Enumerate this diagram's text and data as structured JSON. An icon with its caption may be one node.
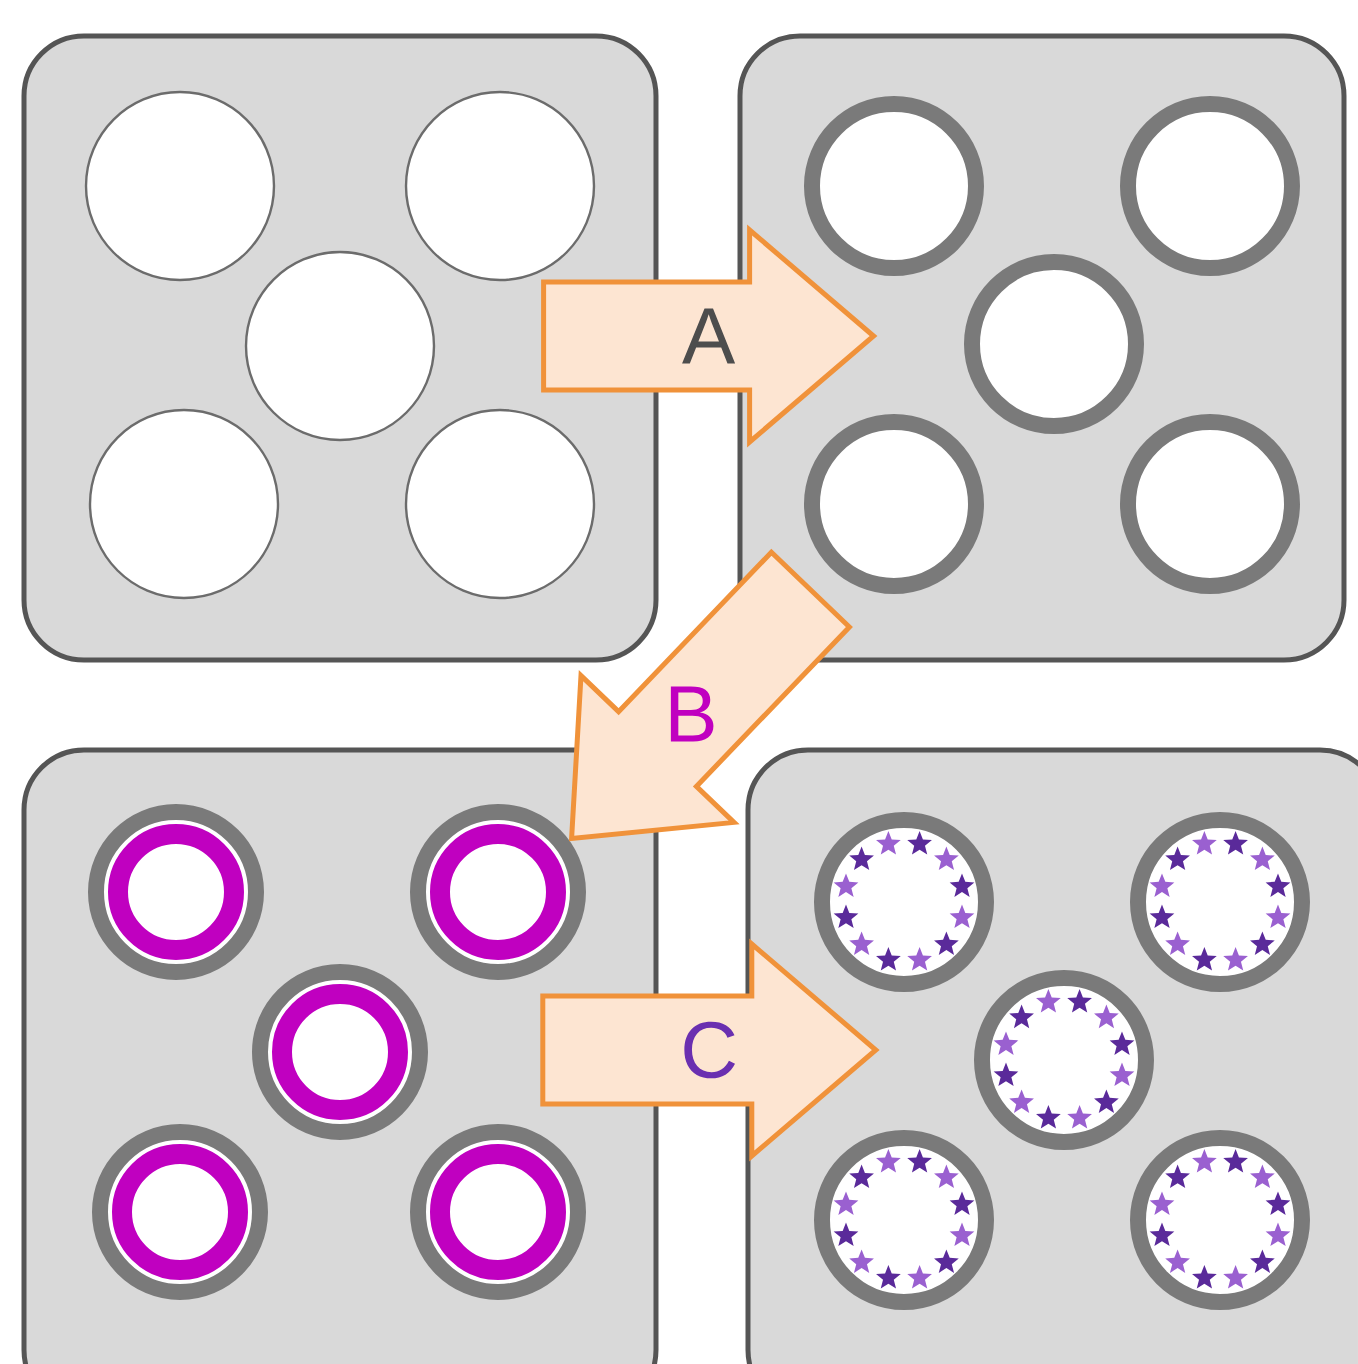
{
  "diagram": {
    "nodes": [
      {
        "text": [],
        "shape": "box"
      },
      {
        "text": [],
        "shape": "box"
      },
      {
        "text": [],
        "shape": "box"
      },
      {
        "text": [],
        "shape": "box"
      }
    ],
    "edges": [
      {
        "from": 0,
        "to": 1,
        "arrow": "to",
        "label": "A"
      },
      {
        "from": 1,
        "to": 2,
        "arrow": "to",
        "label": "B"
      },
      {
        "from": 2,
        "to": 3,
        "arrow": "to",
        "label": "C"
      }
    ]
  }
}
